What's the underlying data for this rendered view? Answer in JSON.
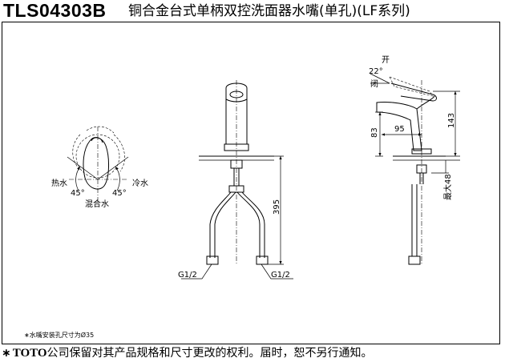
{
  "title": {
    "model": "TLS04303B",
    "description": "铜合金台式单柄双控洗面器水嘴(单孔)(LF系列)"
  },
  "top_view": {
    "hot_label": "热水",
    "cold_label": "冷水",
    "mix_label": "混合水",
    "angle_left": "45°",
    "angle_right": "45°"
  },
  "front_view": {
    "height_dim": "395",
    "thread_left": "G1/2",
    "thread_right": "G1/2"
  },
  "side_view": {
    "open_label": "开",
    "close_label": "闭",
    "lever_angle": "22°",
    "spout_height": "83",
    "spout_reach": "95",
    "total_height": "143",
    "max_thickness": "最大48"
  },
  "footnote": "∗水嘴安装孔尺寸为Ø35",
  "footer": {
    "star": "∗",
    "brand": "TOTO",
    "text": "公司保留对其产品规格和尺寸更改的权利。届时，恕不另行通知。"
  }
}
